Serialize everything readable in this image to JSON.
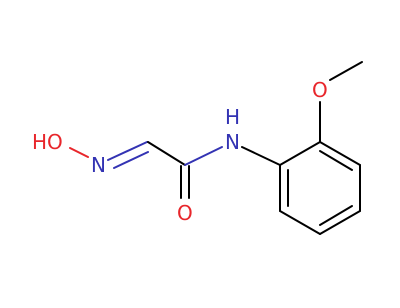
{
  "molecule": {
    "atoms": {
      "hydroxyl": {
        "text": "HO",
        "color": "#e8262b"
      },
      "oxime_n": {
        "text": "N",
        "color": "#3333b3"
      },
      "amide_n": {
        "text": "N",
        "color": "#3333b3"
      },
      "amide_h": {
        "text": "H",
        "color": "#3333b3"
      },
      "carbonyl_o": {
        "text": "O",
        "color": "#e8262b"
      },
      "methoxy_o": {
        "text": "O",
        "color": "#e8262b"
      }
    },
    "colors": {
      "bond": "#000000",
      "nitrogen": "#3333b3",
      "oxygen": "#e8262b"
    }
  }
}
